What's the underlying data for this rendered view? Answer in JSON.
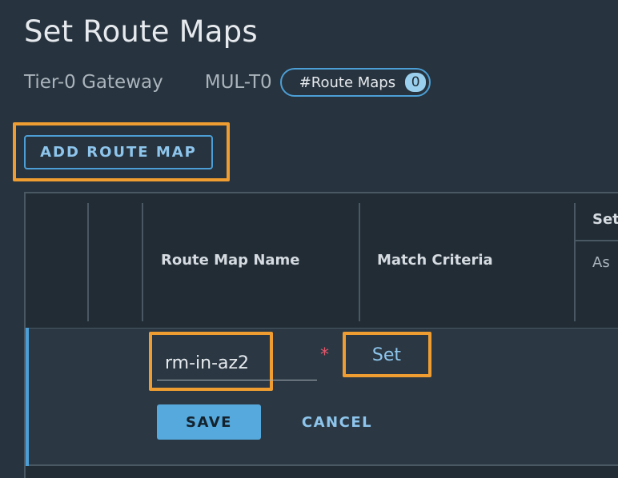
{
  "page": {
    "title": "Set Route Maps"
  },
  "gateway": {
    "label": "Tier-0 Gateway",
    "name": "MUL-T0"
  },
  "badge": {
    "label": "#Route Maps",
    "count": "0"
  },
  "toolbar": {
    "add_label": "ADD ROUTE MAP"
  },
  "table": {
    "headers": {
      "name": "Route Map Name",
      "match": "Match Criteria",
      "set": "Set",
      "set_sub": "As"
    }
  },
  "row": {
    "name_value": "rm-in-az2",
    "set_link": "Set",
    "save_label": "SAVE",
    "cancel_label": "CANCEL"
  },
  "colors": {
    "accent": "#4c9fd6",
    "highlight": "#ef9d31",
    "required": "#e2566a"
  }
}
